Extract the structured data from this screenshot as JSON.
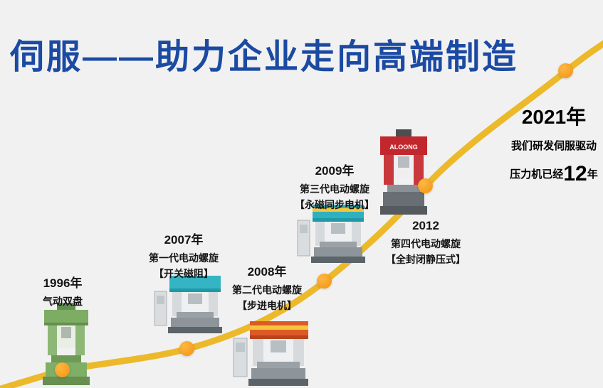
{
  "title": "伺服——助力企业走向高端制造",
  "colors": {
    "title_blue": "#1b4aa2",
    "curve_gold": "#ecb92a",
    "dot_orange": "#f7a01d",
    "background": "#f1f1f2",
    "machine_1996_green": "#7dac63",
    "machine_2007_teal": "#35b4c3",
    "machine_2008_orange": "#dd5a28",
    "machine_2009_teal": "#2fb0bf",
    "machine_2012_red": "#c1272d"
  },
  "milestones": [
    {
      "year": "1996年",
      "line1": "气动双盘"
    },
    {
      "year": "2007年",
      "line1": "第一代电动螺旋",
      "line2": "【开关磁阻】"
    },
    {
      "year": "2008年",
      "line1": "第二代电动螺旋",
      "line2": "【步进电机】"
    },
    {
      "year": "2009年",
      "line1": "第三代电动螺旋",
      "line2": "【永磁同步电机】"
    },
    {
      "year": "2012",
      "line1": "第四代电动螺旋",
      "line2": "【全封闭静压式】"
    }
  ],
  "finale": {
    "year": "2021年",
    "line1": "我们研发伺服驱动",
    "line2_prefix": "压力机已经",
    "line2_number": "12",
    "line2_suffix": "年"
  },
  "machines": {
    "m2012_label": "ALOONG"
  }
}
